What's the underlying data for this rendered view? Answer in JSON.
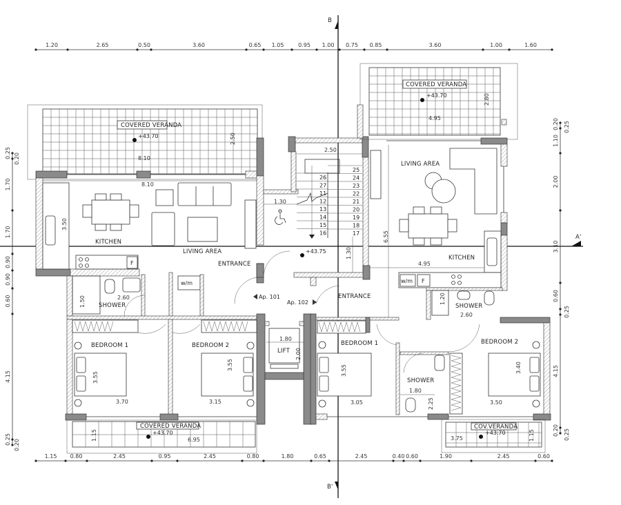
{
  "section_marks": {
    "b_top": "B",
    "b_bottom": "B'",
    "a_right": "A'"
  },
  "dimensions": {
    "top": [
      "1.20",
      "2.65",
      "0.50",
      "3.60",
      "0.65",
      "1.05",
      "0.95",
      "1.00",
      "0.75",
      "0.85",
      "3.60",
      "1.00",
      "1.60"
    ],
    "bottom": [
      "1.15",
      "0.80",
      "2.45",
      "0.95",
      "2.45",
      "0.80",
      "1.80",
      "0.65",
      "2.45",
      "0.40",
      "0.60",
      "1.90",
      "2.45",
      "0.60"
    ],
    "left": [
      "0.25",
      "0.20",
      "1.70",
      "1.70",
      "0.90",
      "0.90",
      "0.60",
      "4.15",
      "0.25",
      "0.20"
    ],
    "right": [
      "0.20",
      "0.25",
      "1.10",
      "2.00",
      "3.10",
      "0.60",
      "0.25",
      "4.15",
      "0.20",
      "0.25"
    ]
  },
  "apartment_101": {
    "label": "Ap. 101",
    "veranda_top": {
      "label": "COVERED VERANDA",
      "level": "+43.70",
      "width": "8.10",
      "depth": "2.50"
    },
    "living_width": "8.10",
    "kitchen": {
      "label": "KITCHEN",
      "depth": "3.50",
      "fridge": "F"
    },
    "living": {
      "label": "LIVING AREA"
    },
    "entrance": "ENTRANCE",
    "washing_machine": "w/m",
    "shower": {
      "label": "SHOWER",
      "width": "2.60",
      "depth": "1.50"
    },
    "bedroom_1": {
      "label": "BEDROOM 1",
      "depth": "3.55",
      "width": "3.70"
    },
    "bedroom_2": {
      "label": "BEDROOM 2",
      "depth": "3.55",
      "width": "3.15"
    },
    "veranda_bottom": {
      "label": "COVERED VERANDA",
      "level": "+43.70",
      "width": "6.95",
      "depth": "1.15"
    }
  },
  "core": {
    "stair_width": "2.50",
    "landing_width": "1.30",
    "landing_depth": "1.30",
    "level": "+43.75",
    "steps_left": [
      "26",
      "27",
      "11",
      "12",
      "13",
      "14",
      "15",
      "16"
    ],
    "steps_right": [
      "25",
      "24",
      "23",
      "22",
      "21",
      "20",
      "19",
      "18",
      "17"
    ],
    "lift": {
      "label": "LIFT",
      "width": "1.80",
      "depth": "2.00"
    },
    "icons": [
      "wheelchair-icon"
    ]
  },
  "apartment_102": {
    "label": "Ap. 102",
    "veranda_top": {
      "label": "COVERED VERANDA",
      "level": "+43.70",
      "width": "4.95",
      "depth": "2.80"
    },
    "living": {
      "label": "LIVING AREA",
      "depth": "6.55",
      "width": "4.95"
    },
    "kitchen": {
      "label": "KITCHEN",
      "fridge": "F"
    },
    "washing_machine": "w/m",
    "entrance": "ENTRANCE",
    "shower_1": {
      "label": "SHOWER",
      "width": "2.60",
      "depth": "1.20"
    },
    "bedroom_1": {
      "label": "BEDROOM 1",
      "depth": "3.55",
      "width": "3.05"
    },
    "shower_2": {
      "label": "SHOWER",
      "width": "1.80",
      "depth": "2.25"
    },
    "bedroom_2": {
      "label": "BEDROOM 2",
      "depth": "3.40",
      "width": "3.50"
    },
    "veranda_bottom": {
      "label": "COV.VERANDA",
      "level": "+43.70",
      "width": "3.75",
      "depth": "1.15"
    }
  },
  "colors": {
    "concrete": "#8a8a8a",
    "lines": "#333333",
    "background": "#ffffff"
  }
}
